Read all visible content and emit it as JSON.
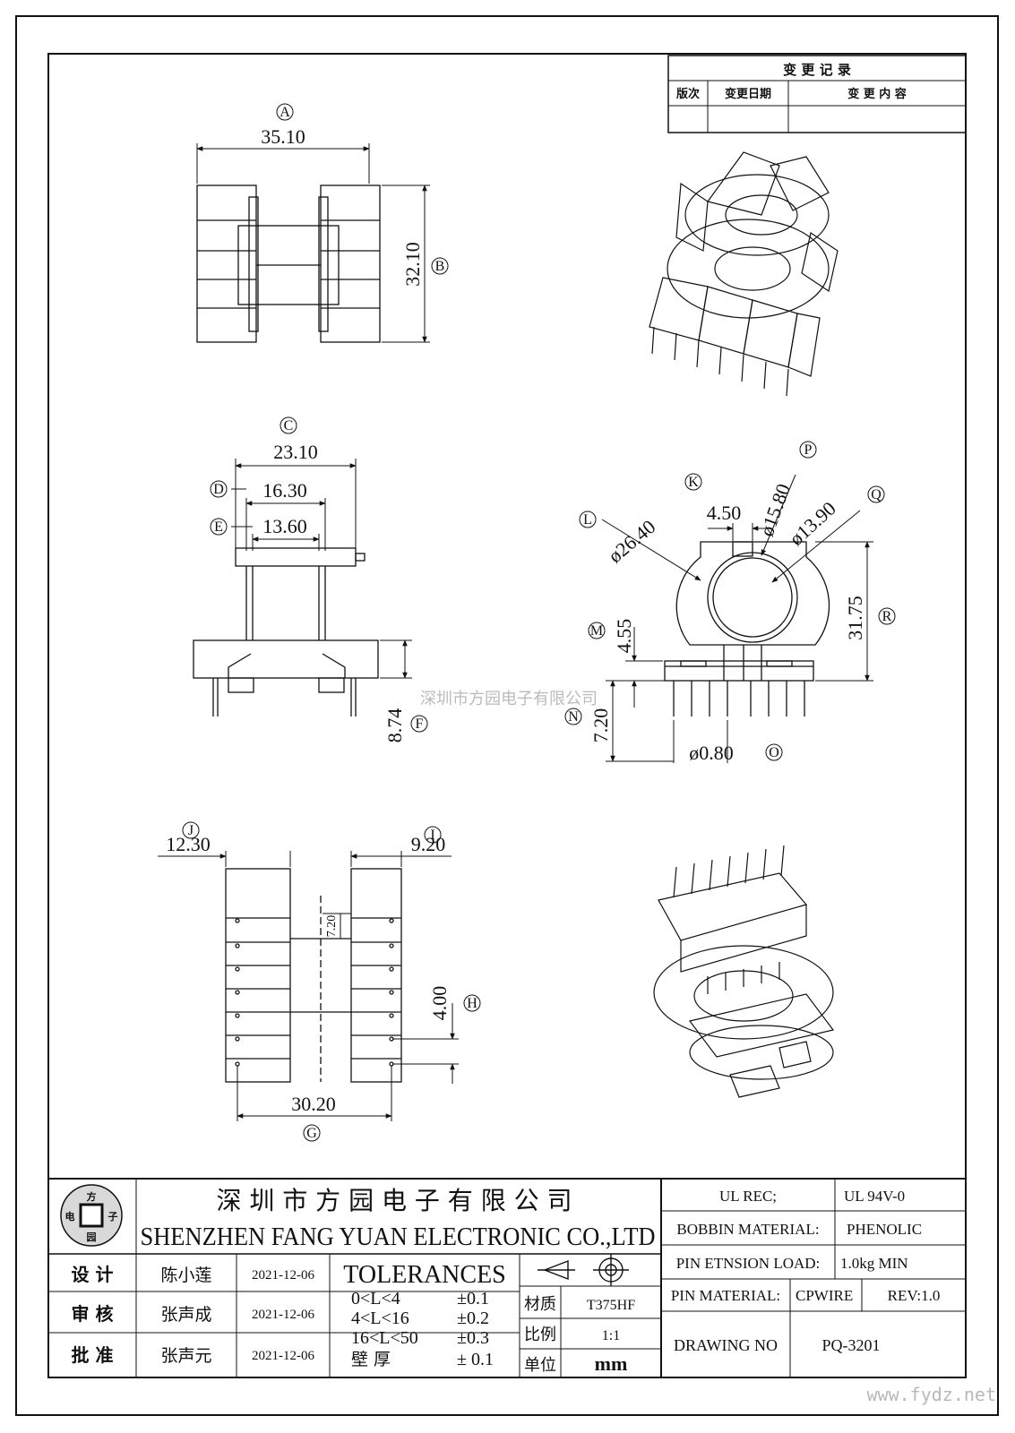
{
  "revision_table": {
    "title": "变 更 记 录",
    "headers": [
      "版次",
      "变更日期",
      "变 更 内 容"
    ]
  },
  "dimensions": {
    "A": "35.10",
    "B": "32.10",
    "C": "23.10",
    "D": "16.30",
    "E": "13.60",
    "F": "8.74",
    "G": "30.20",
    "H": "4.00",
    "I": "9.20",
    "J": "12.30",
    "K": "4.50",
    "L": "ø26.40",
    "M": "4.55",
    "N": "7.20",
    "O": "ø0.80",
    "P": "ø15.80",
    "Q": "ø13.90",
    "R": "31.75",
    "small": "7.20"
  },
  "labels": [
    "A",
    "B",
    "C",
    "D",
    "E",
    "F",
    "G",
    "H",
    "I",
    "J",
    "K",
    "L",
    "M",
    "N",
    "O",
    "P",
    "Q",
    "R"
  ],
  "watermark": "深圳市方园电子有限公司",
  "site_watermark": "www.fydz.net",
  "title_block": {
    "logo_chars": [
      "方",
      "电",
      "子",
      "园"
    ],
    "company_cn": "深 圳 市 方 园 电 子 有 限 公 司",
    "company_en": "SHENZHEN FANG YUAN ELECTRONIC CO.,LTD",
    "rows": [
      {
        "role": "设  计",
        "name": "陈小莲",
        "date": "2021-12-06"
      },
      {
        "role": "审  核",
        "name": "张声成",
        "date": "2021-12-06"
      },
      {
        "role": "批  准",
        "name": "张声元",
        "date": "2021-12-06"
      }
    ],
    "tolerances_title": "TOLERANCES",
    "tolerances": [
      {
        "range": "0<L<4",
        "tol": "±0.1"
      },
      {
        "range": "4<L<16",
        "tol": "±0.2"
      },
      {
        "range": "16<L<50",
        "tol": "±0.3"
      },
      {
        "range": "壁  厚",
        "tol": "± 0.1"
      }
    ],
    "material_label": "材质",
    "material_value": "T375HF",
    "scale_label": "比例",
    "scale_value": "1:1",
    "unit_label": "单位",
    "unit_value": "mm",
    "ul_rec_label": "UL REC;",
    "ul_rec_value": "UL  94V-0",
    "bobbin_label": "BOBBIN MATERIAL:",
    "bobbin_value": "PHENOLIC",
    "pin_load_label": "PIN ETNSION LOAD:",
    "pin_load_value": "1.0kg MIN",
    "pin_material_label": "PIN MATERIAL:",
    "pin_material_value": "CPWIRE",
    "rev": "REV:1.0",
    "drawing_no_label": "DRAWING NO",
    "drawing_no_value": "PQ-3201"
  }
}
